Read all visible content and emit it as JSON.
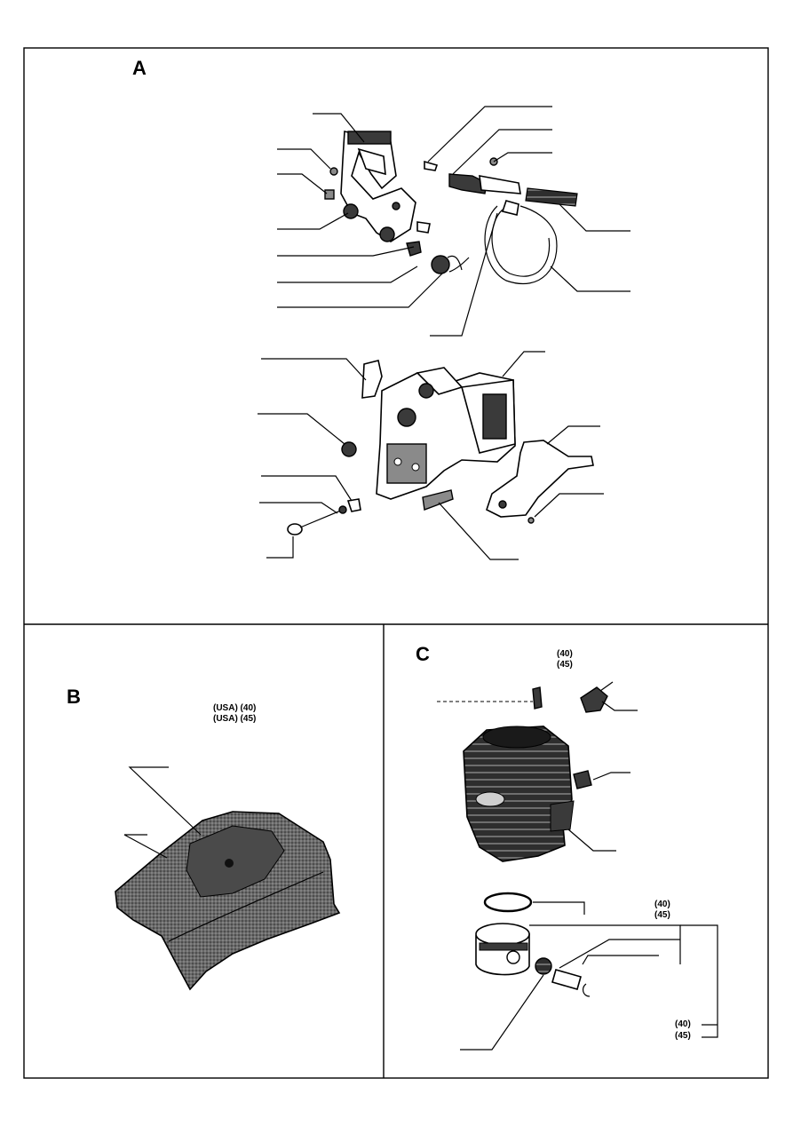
{
  "panels": {
    "a": {
      "letter": "A"
    },
    "b": {
      "letter": "B",
      "variants": [
        "(USA) (40)",
        "(USA) (45)"
      ]
    },
    "c": {
      "letter": "C",
      "top_variants": [
        "(40)",
        "(45)"
      ],
      "kit_variants": [
        "(40)",
        "(45)"
      ],
      "bottom_variants": [
        "(40)",
        "(45)"
      ]
    }
  }
}
